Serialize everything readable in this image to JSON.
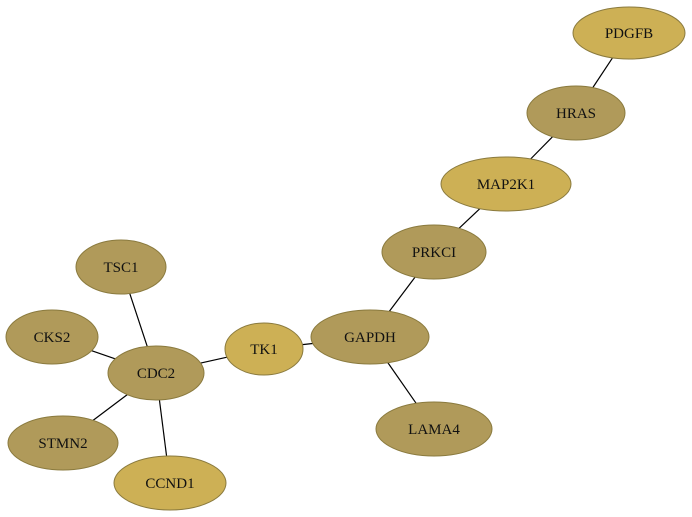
{
  "colors": {
    "node_dark": "#b09a5a",
    "node_light": "#cdb055",
    "node_stroke": "#8a7a3e",
    "edge": "#000000"
  },
  "nodes": [
    {
      "id": "PDGFB",
      "label": "PDGFB",
      "tone": "light"
    },
    {
      "id": "HRAS",
      "label": "HRAS",
      "tone": "dark"
    },
    {
      "id": "MAP2K1",
      "label": "MAP2K1",
      "tone": "light"
    },
    {
      "id": "PRKCI",
      "label": "PRKCI",
      "tone": "dark"
    },
    {
      "id": "GAPDH",
      "label": "GAPDH",
      "tone": "dark"
    },
    {
      "id": "LAMA4",
      "label": "LAMA4",
      "tone": "dark"
    },
    {
      "id": "TK1",
      "label": "TK1",
      "tone": "light"
    },
    {
      "id": "CDC2",
      "label": "CDC2",
      "tone": "dark"
    },
    {
      "id": "TSC1",
      "label": "TSC1",
      "tone": "dark"
    },
    {
      "id": "CKS2",
      "label": "CKS2",
      "tone": "dark"
    },
    {
      "id": "STMN2",
      "label": "STMN2",
      "tone": "dark"
    },
    {
      "id": "CCND1",
      "label": "CCND1",
      "tone": "light"
    }
  ],
  "edges": [
    [
      "PDGFB",
      "HRAS"
    ],
    [
      "HRAS",
      "MAP2K1"
    ],
    [
      "MAP2K1",
      "PRKCI"
    ],
    [
      "PRKCI",
      "GAPDH"
    ],
    [
      "GAPDH",
      "LAMA4"
    ],
    [
      "GAPDH",
      "TK1"
    ],
    [
      "TK1",
      "CDC2"
    ],
    [
      "CDC2",
      "TSC1"
    ],
    [
      "CDC2",
      "CKS2"
    ],
    [
      "CDC2",
      "STMN2"
    ],
    [
      "CDC2",
      "CCND1"
    ]
  ]
}
